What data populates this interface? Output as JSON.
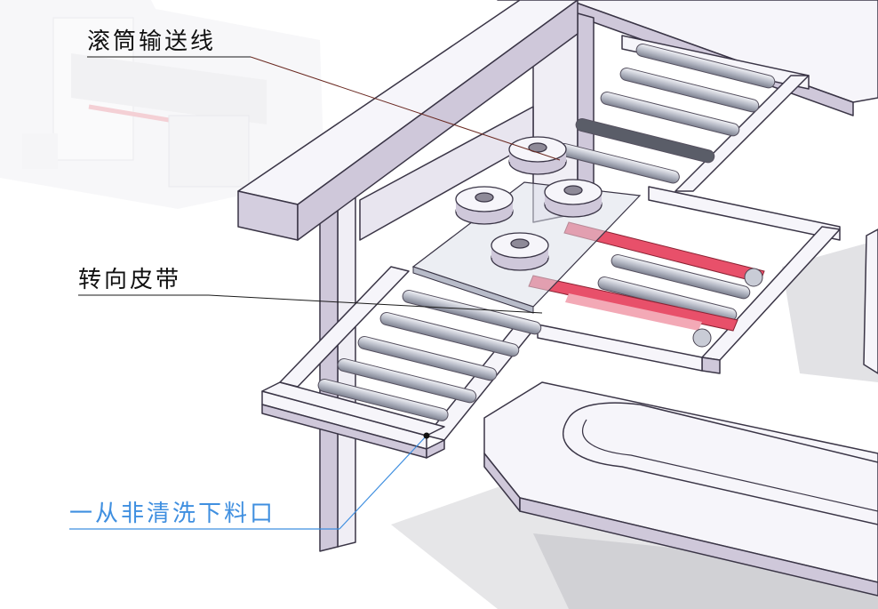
{
  "callouts": {
    "roller_conveyor": "滚筒输送线",
    "turning_belt": "转向皮带",
    "unload_port": "一从非清洗下料口"
  },
  "colors": {
    "frame_fill": "#f6f5fa",
    "frame_side": "#cfc8da",
    "frame_edge": "#3a3546",
    "roller": "#c9ccd6",
    "belt_red": "#e8506a",
    "leader_dark": "#1a1a1a",
    "leader_blue": "#3f8fe0"
  }
}
